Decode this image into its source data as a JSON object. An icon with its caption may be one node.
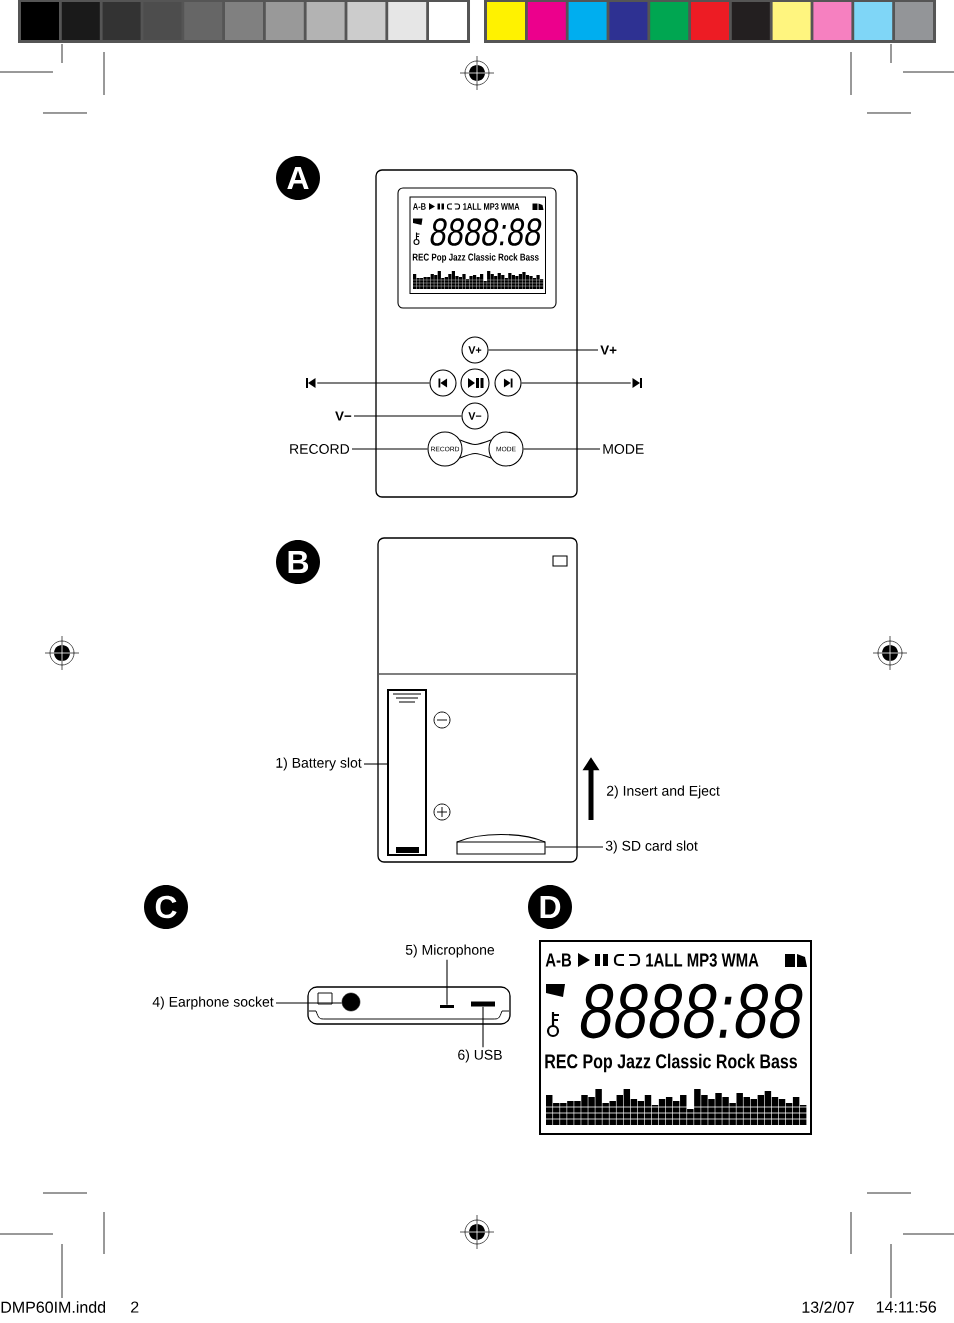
{
  "diagram": {
    "nodes": [
      {
        "text": [
          "A"
        ]
      },
      {
        "text": [],
        "shape": "box"
      },
      {
        "text": [
          "A-B",
          "1ALL MP3 WMA",
          "8888:88",
          "REC Pop Jazz Classic Rock Bass"
        ],
        "in": 1
      },
      {
        "text": [
          "V+"
        ],
        "in": 1
      },
      {
        "text": [],
        "shape": "circle",
        "in": 1
      },
      {
        "text": [],
        "shape": "circle",
        "in": 1
      },
      {
        "text": [],
        "shape": "circle",
        "in": 1
      },
      {
        "text": [
          "V−"
        ],
        "in": 1
      },
      {
        "text": [
          "RECORD"
        ],
        "in": 1
      },
      {
        "text": [
          "MODE"
        ],
        "in": 1
      },
      {
        "text": [
          "V+"
        ]
      },
      {
        "text": [],
        "shape": "icon"
      },
      {
        "text": [],
        "shape": "icon"
      },
      {
        "text": [
          "V−"
        ]
      },
      {
        "text": [
          "RECORD"
        ]
      },
      {
        "text": [
          "MODE"
        ]
      },
      {
        "text": [
          "B"
        ]
      },
      {
        "text": [],
        "shape": "box"
      },
      {
        "text": [],
        "shape": "box",
        "in": 17
      },
      {
        "text": [
          "1) Battery slot"
        ]
      },
      {
        "text": [],
        "shape": "box",
        "in": 17
      },
      {
        "text": [
          "3) SD card slot"
        ]
      },
      {
        "text": [
          "C"
        ]
      },
      {
        "text": [],
        "shape": "box"
      },
      {
        "text": [],
        "shape": "circle",
        "in": 23
      },
      {
        "text": [],
        "shape": "bar",
        "in": 23
      },
      {
        "text": [],
        "shape": "bar",
        "in": 23
      },
      {
        "text": [
          "4) Earphone socket"
        ]
      },
      {
        "text": [
          "5) Microphone"
        ]
      },
      {
        "text": [
          "6) USB"
        ]
      },
      {
        "text": [
          "D"
        ]
      },
      {
        "text": [
          "A-B",
          "1ALL MP3 WMA",
          "8888:88",
          "REC Pop Jazz Classic Rock Bass"
        ]
      }
    ],
    "edges": [
      {
        "from": 10,
        "to": 3,
        "arrow": "none"
      },
      {
        "from": 11,
        "to": 4,
        "arrow": "none"
      },
      {
        "from": 12,
        "to": 6,
        "arrow": "none"
      },
      {
        "from": 13,
        "to": 7,
        "arrow": "none"
      },
      {
        "from": 14,
        "to": 8,
        "arrow": "none"
      },
      {
        "from": 15,
        "to": 9,
        "arrow": "none"
      },
      {
        "from": 19,
        "to": 18,
        "arrow": "none"
      },
      {
        "from": 21,
        "to": 20,
        "arrow": "none"
      },
      {
        "from": 27,
        "to": 24,
        "arrow": "none"
      },
      {
        "from": 28,
        "to": 25,
        "arrow": "none"
      },
      {
        "from": 29,
        "to": 26,
        "arrow": "none"
      }
    ],
    "labels": [
      "2) Insert and Eject",
      "DMP60IM.indd",
      "2",
      "13/2/07",
      "14:11:56"
    ]
  }
}
